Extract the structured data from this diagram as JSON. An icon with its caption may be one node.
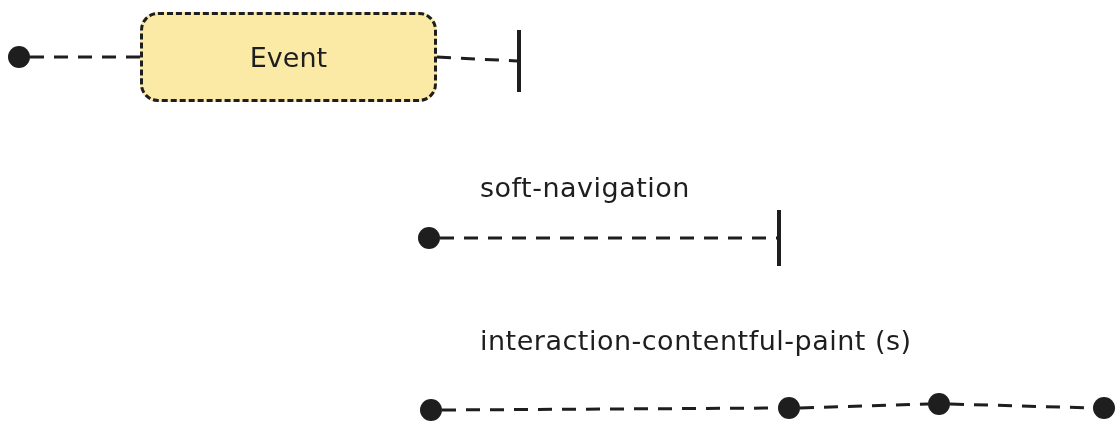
{
  "diagram": {
    "nodes": [
      {
        "text": [],
        "shape": "circle"
      },
      {
        "text": [
          "Event"
        ]
      },
      {
        "text": [],
        "shape": "bar"
      },
      {
        "text": [],
        "shape": "circle"
      },
      {
        "text": [],
        "shape": "bar"
      },
      {
        "text": [],
        "shape": "circle"
      },
      {
        "text": [],
        "shape": "circle"
      },
      {
        "text": [],
        "shape": "circle"
      },
      {
        "text": [],
        "shape": "circle"
      }
    ],
    "edges": [
      {
        "from": 0,
        "to": 1,
        "arrow": "none",
        "style": "dashed"
      },
      {
        "from": 1,
        "to": 2,
        "arrow": "none",
        "style": "dashed"
      },
      {
        "from": 3,
        "to": 4,
        "arrow": "none",
        "style": "dashed"
      },
      {
        "from": 5,
        "to": 6,
        "arrow": "none",
        "style": "dashed"
      },
      {
        "from": 6,
        "to": 7,
        "arrow": "none",
        "style": "dashed"
      },
      {
        "from": 7,
        "to": 8,
        "arrow": "none",
        "style": "dashed"
      }
    ],
    "labels": [
      "soft-navigation",
      "interaction-contentful-paint (s)"
    ]
  }
}
